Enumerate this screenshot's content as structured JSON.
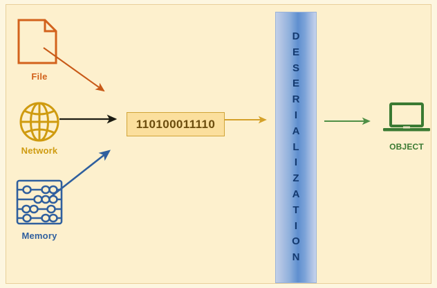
{
  "diagram": {
    "title_text": "Deserialization flow diagram",
    "background_color": "#fdf0cd",
    "border_color": "#e8cf9a"
  },
  "sources": [
    {
      "id": "file",
      "label": "File",
      "icon": "file-document-icon",
      "color": "#d2621c"
    },
    {
      "id": "network",
      "label": "Network",
      "icon": "globe-network-icon",
      "color": "#cf9b10"
    },
    {
      "id": "memory",
      "label": "Memory",
      "icon": "abacus-memory-icon",
      "color": "#2f5f9e"
    }
  ],
  "binary": {
    "value": "110100011110",
    "fill_color": "#fbdf9d",
    "border_color": "#d0a437",
    "text_color": "#6b4c0d"
  },
  "process": {
    "label": "DESERIALIZATION",
    "letters": [
      "D",
      "E",
      "S",
      "E",
      "R",
      "I",
      "A",
      "L",
      "I",
      "Z",
      "A",
      "T",
      "I",
      "O",
      "N"
    ],
    "text_color": "#143a70",
    "gradient_from": "#c2d0e9",
    "gradient_to": "#5f8fcf"
  },
  "output": {
    "label": "OBJECT",
    "icon": "laptop-computer-icon",
    "color": "#3a7a32"
  },
  "arrows": [
    {
      "id": "file-to-binary",
      "color": "#c85a18",
      "style": "diagonal-down-right"
    },
    {
      "id": "network-to-binary",
      "color": "#1b1b12",
      "style": "horizontal-right"
    },
    {
      "id": "memory-to-binary",
      "color": "#2f5f9e",
      "style": "diagonal-up-right"
    },
    {
      "id": "binary-to-process",
      "color": "#d4a12a",
      "style": "horizontal-right"
    },
    {
      "id": "process-to-object",
      "color": "#4e8f45",
      "style": "horizontal-right"
    }
  ]
}
